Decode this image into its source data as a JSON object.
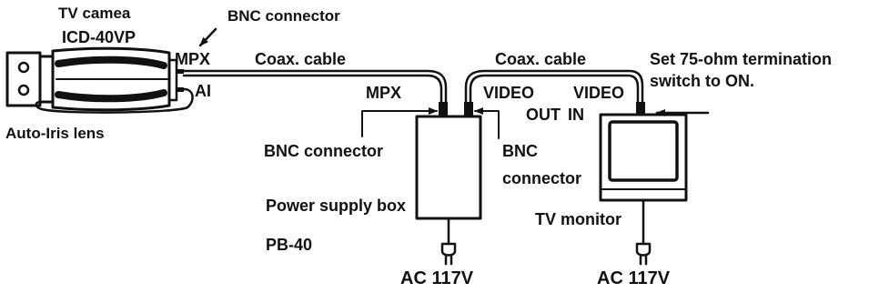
{
  "diagram": {
    "labels": {
      "tv_camera": "TV camea",
      "camera_model": "ICD-40VP",
      "bnc_top": "BNC connector",
      "mpx_camera": "MPX",
      "ai": "AI",
      "auto_iris": "Auto-Iris lens",
      "coax1": "Coax. cable",
      "coax2": "Coax. cable",
      "mpx_box": "MPX",
      "video_out": "VIDEO",
      "out": "OUT",
      "video_in": "VIDEO",
      "in": "IN",
      "termination_line1": "Set 75-ohm termination",
      "termination_line2": "switch to ON.",
      "bnc_left": "BNC connector",
      "bnc_right_line1": "BNC",
      "bnc_right_line2": "connector",
      "power_box": "Power supply box",
      "power_box_model": "PB-40",
      "tv_monitor": "TV monitor",
      "ac1": "AC 117V",
      "ac2": "AC 117V"
    }
  }
}
